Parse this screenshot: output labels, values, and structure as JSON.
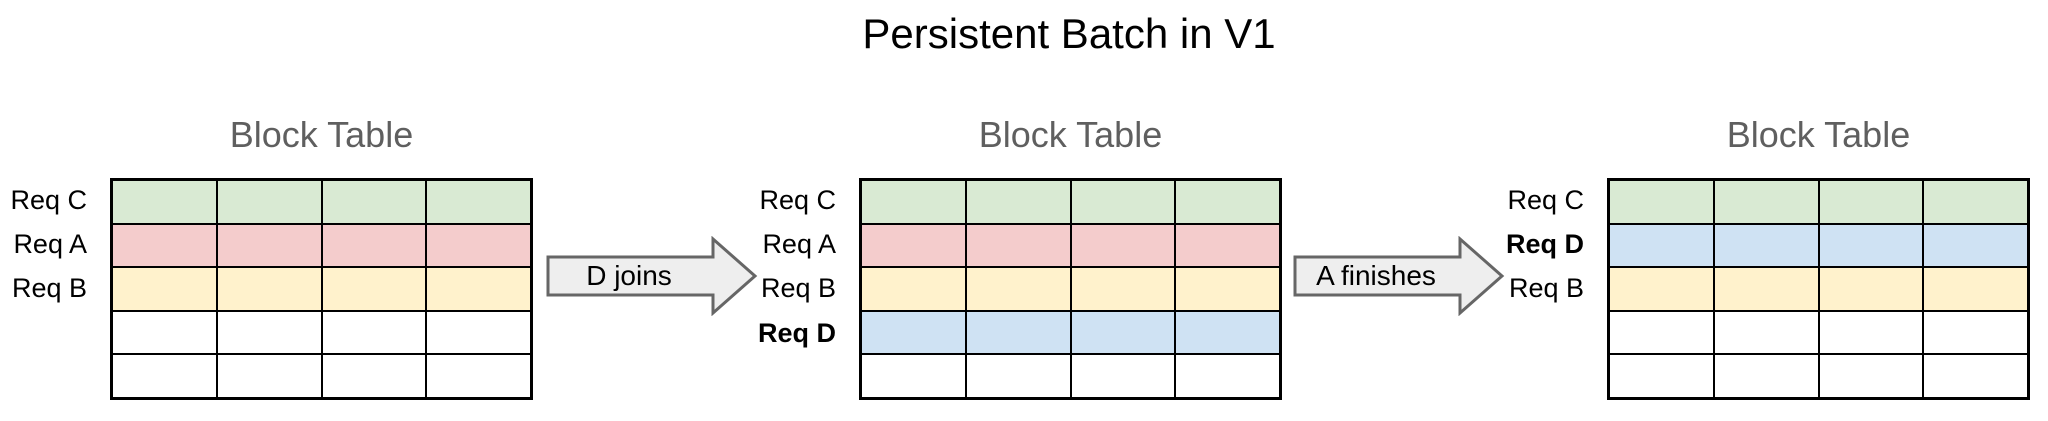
{
  "title": "Persistent Batch in V1",
  "colors": {
    "green": "#d9ead3",
    "pink": "#f4cccc",
    "yellow": "#fff2cc",
    "blue": "#cfe2f3",
    "white": "#ffffff",
    "caption_gray": "#5f5f5f",
    "arrow_fill": "#eeeeee",
    "arrow_stroke": "#666666",
    "grid_border": "#000000"
  },
  "panels": [
    {
      "caption": "Block Table",
      "rows": [
        {
          "label": "Req C",
          "weight": "normal",
          "bg": "#d9ead3"
        },
        {
          "label": "Req A",
          "weight": "normal",
          "bg": "#f4cccc"
        },
        {
          "label": "Req B",
          "weight": "normal",
          "bg": "#fff2cc"
        },
        {
          "label": "",
          "weight": "normal",
          "bg": "#ffffff"
        },
        {
          "label": "",
          "weight": "normal",
          "bg": "#ffffff"
        }
      ]
    },
    {
      "caption": "Block Table",
      "rows": [
        {
          "label": "Req C",
          "weight": "normal",
          "bg": "#d9ead3"
        },
        {
          "label": "Req A",
          "weight": "normal",
          "bg": "#f4cccc"
        },
        {
          "label": "Req B",
          "weight": "normal",
          "bg": "#fff2cc"
        },
        {
          "label": "Req D",
          "weight": "bold",
          "bg": "#cfe2f3"
        },
        {
          "label": "",
          "weight": "normal",
          "bg": "#ffffff"
        }
      ]
    },
    {
      "caption": "Block Table",
      "rows": [
        {
          "label": "Req C",
          "weight": "normal",
          "bg": "#d9ead3"
        },
        {
          "label": "Req D",
          "weight": "bold",
          "bg": "#cfe2f3"
        },
        {
          "label": "Req B",
          "weight": "normal",
          "bg": "#fff2cc"
        },
        {
          "label": "",
          "weight": "normal",
          "bg": "#ffffff"
        },
        {
          "label": "",
          "weight": "normal",
          "bg": "#ffffff"
        }
      ]
    }
  ],
  "arrows": [
    {
      "label": "D joins"
    },
    {
      "label": "A finishes"
    }
  ]
}
